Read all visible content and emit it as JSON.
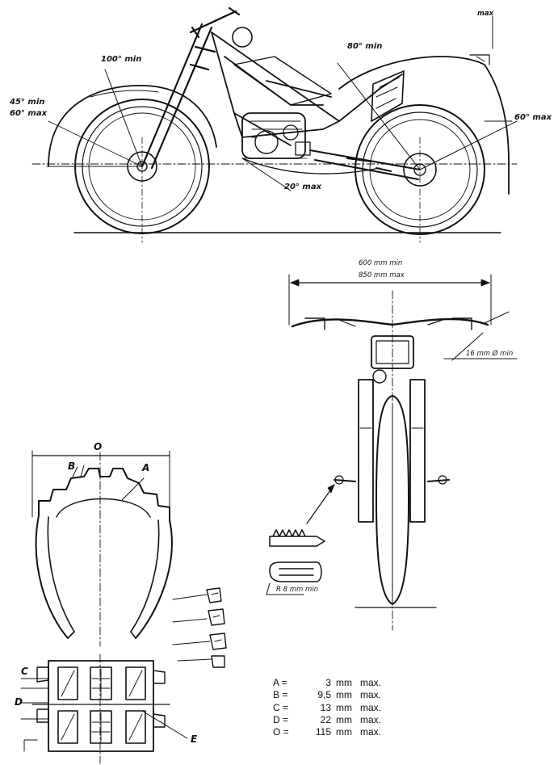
{
  "side_view": {
    "labels": {
      "top_right": "max",
      "rear_fender": "80° min",
      "front_fender": "100° min",
      "front_angle_min": "45° min",
      "front_angle_max": "60° max",
      "rear_angle": "60° max",
      "engine_guard": "20° max"
    }
  },
  "front_view": {
    "labels": {
      "width_min": "600 mm min",
      "width_max": "850 mm max",
      "bar_diameter": "16 mm Ø min",
      "footrest_radius": "R 8 mm min"
    }
  },
  "tyre_profile": {
    "letters": {
      "o": "O",
      "a": "A",
      "b": "B",
      "c": "C",
      "d": "D",
      "e": "E"
    }
  },
  "specs": [
    {
      "key": "A =",
      "value": "3",
      "unit": "mm",
      "limit": "max."
    },
    {
      "key": "B =",
      "value": "9,5",
      "unit": "mm",
      "limit": "max."
    },
    {
      "key": "C =",
      "value": "13",
      "unit": "mm",
      "limit": "max."
    },
    {
      "key": "D =",
      "value": "22",
      "unit": "mm",
      "limit": "max."
    },
    {
      "key": "O =",
      "value": "115",
      "unit": "mm",
      "limit": "max."
    }
  ]
}
